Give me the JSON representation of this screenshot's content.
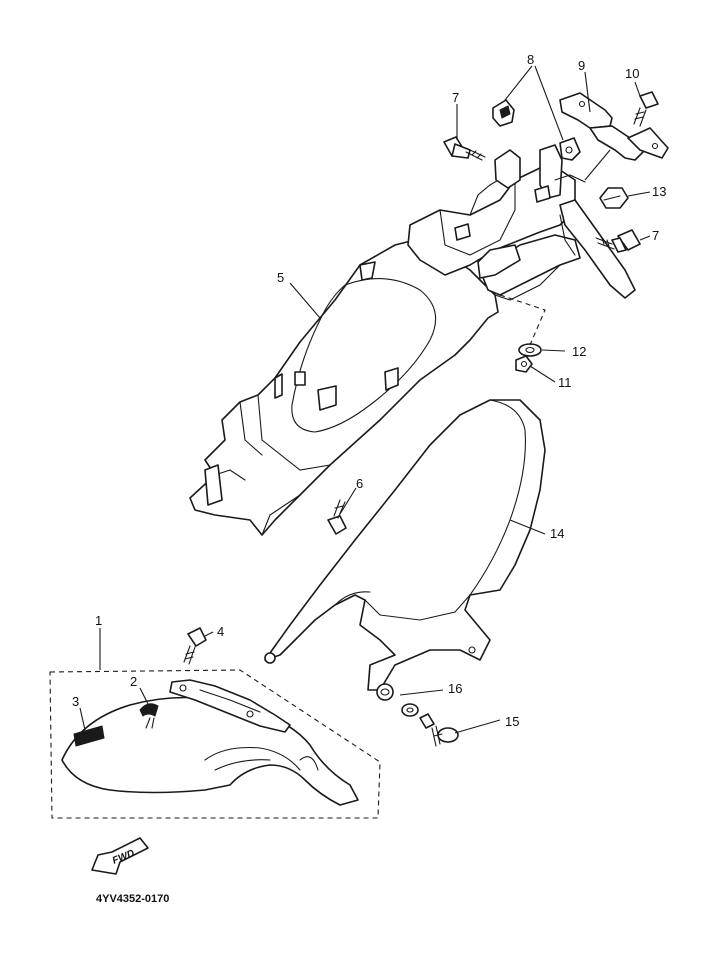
{
  "diagram": {
    "document_code": "4YV4352-0170",
    "direction_label": "FWD",
    "callouts": [
      "1",
      "2",
      "3",
      "4",
      "5",
      "6",
      "7",
      "7",
      "8",
      "9",
      "10",
      "11",
      "12",
      "13",
      "14",
      "15",
      "16"
    ]
  }
}
